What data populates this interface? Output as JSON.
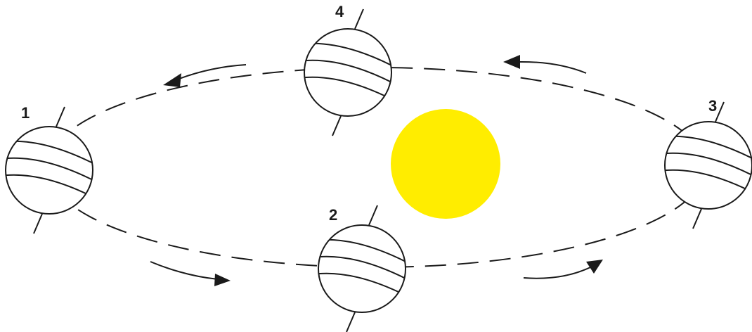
{
  "positions": [
    {
      "label": "1"
    },
    {
      "label": "2"
    },
    {
      "label": "3"
    },
    {
      "label": "4"
    }
  ],
  "colors": {
    "sun": "#FFED00",
    "line": "#1a1a1a",
    "globe_fill": "#ffffff"
  },
  "icons": {
    "sun": "sun-icon",
    "earth": "earth-globe-icon",
    "orbit_arrow": "orbit-direction-arrow-icon"
  }
}
